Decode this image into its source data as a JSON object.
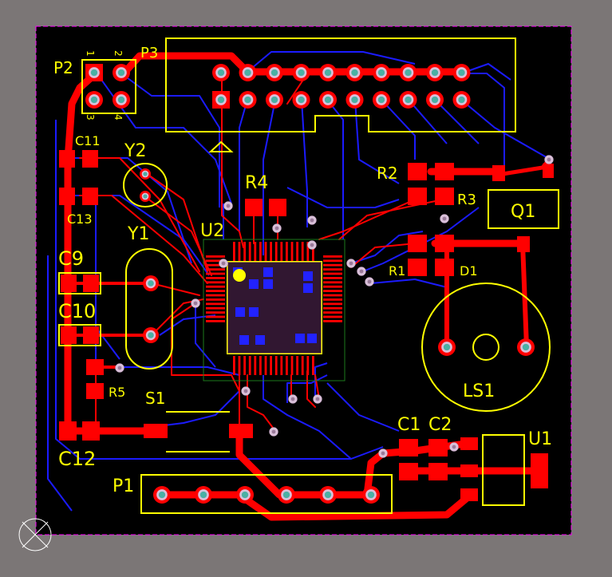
{
  "board": {
    "colors": {
      "background": "#7b7676",
      "board": "#000000",
      "outline": "#ff00ff",
      "silkscreen": "#ffff00",
      "top_copper": "#ff0000",
      "bottom_copper": "#1b1bff",
      "via": "#d9c0d9"
    },
    "designators": {
      "p1": "P1",
      "p2": "P2",
      "p3": "P3",
      "u1": "U1",
      "u2": "U2",
      "y1": "Y1",
      "y2": "Y2",
      "c1": "C1",
      "c2": "C2",
      "c9": "C9",
      "c10": "C10",
      "c11": "C11",
      "c12": "C12",
      "c13": "C13",
      "r1": "R1",
      "r2": "R2",
      "r3": "R3",
      "r4": "R4",
      "r5": "R5",
      "d1": "D1",
      "q1": "Q1",
      "s1": "S1",
      "ls1": "LS1"
    },
    "pin_numbers": {
      "p2_1": "1",
      "p2_2": "2",
      "p2_3": "3",
      "p2_4": "4"
    },
    "origin_marker_icon": "origin-crosshair-icon"
  }
}
